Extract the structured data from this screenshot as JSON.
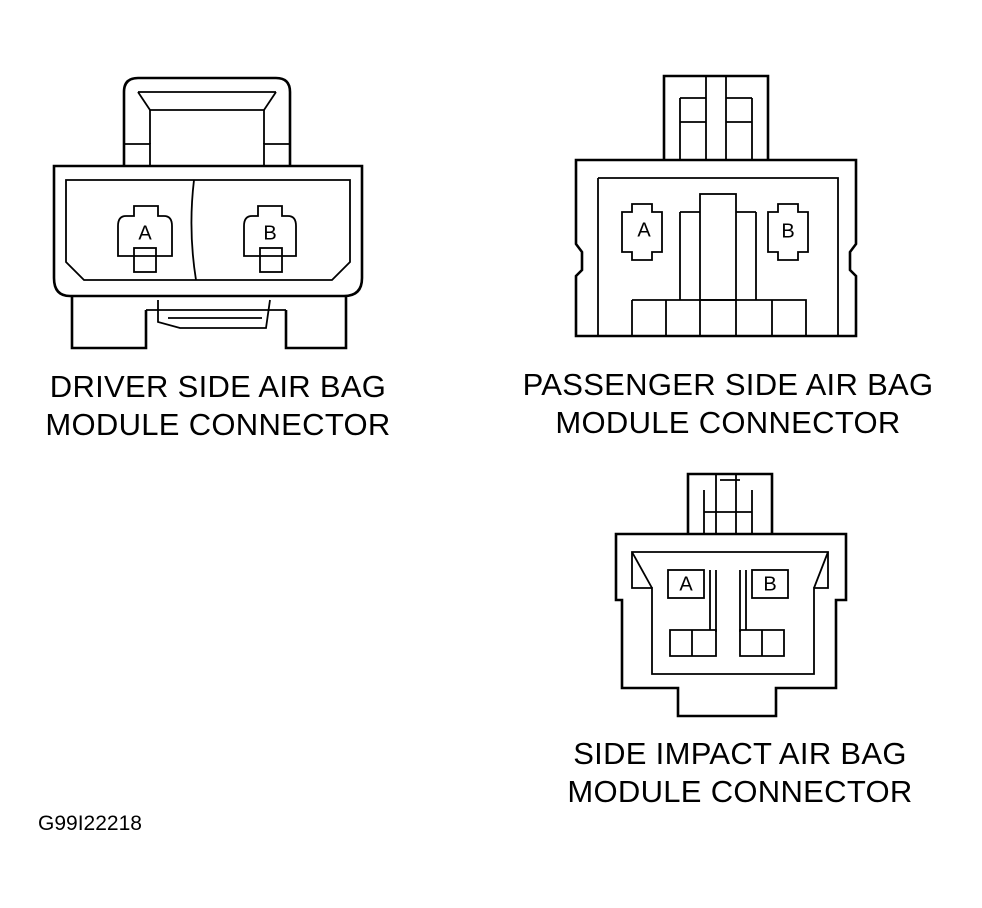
{
  "connectors": {
    "driver": {
      "line1": "DRIVER SIDE AIR BAG",
      "line2": "MODULE CONNECTOR",
      "pin_a": "A",
      "pin_b": "B"
    },
    "passenger": {
      "line1": "PASSENGER SIDE AIR BAG",
      "line2": "MODULE CONNECTOR",
      "pin_a": "A",
      "pin_b": "B"
    },
    "side_impact": {
      "line1": "SIDE IMPACT AIR BAG",
      "line2": "MODULE CONNECTOR",
      "pin_a": "A",
      "pin_b": "B"
    }
  },
  "figure_code": "G99I22218"
}
